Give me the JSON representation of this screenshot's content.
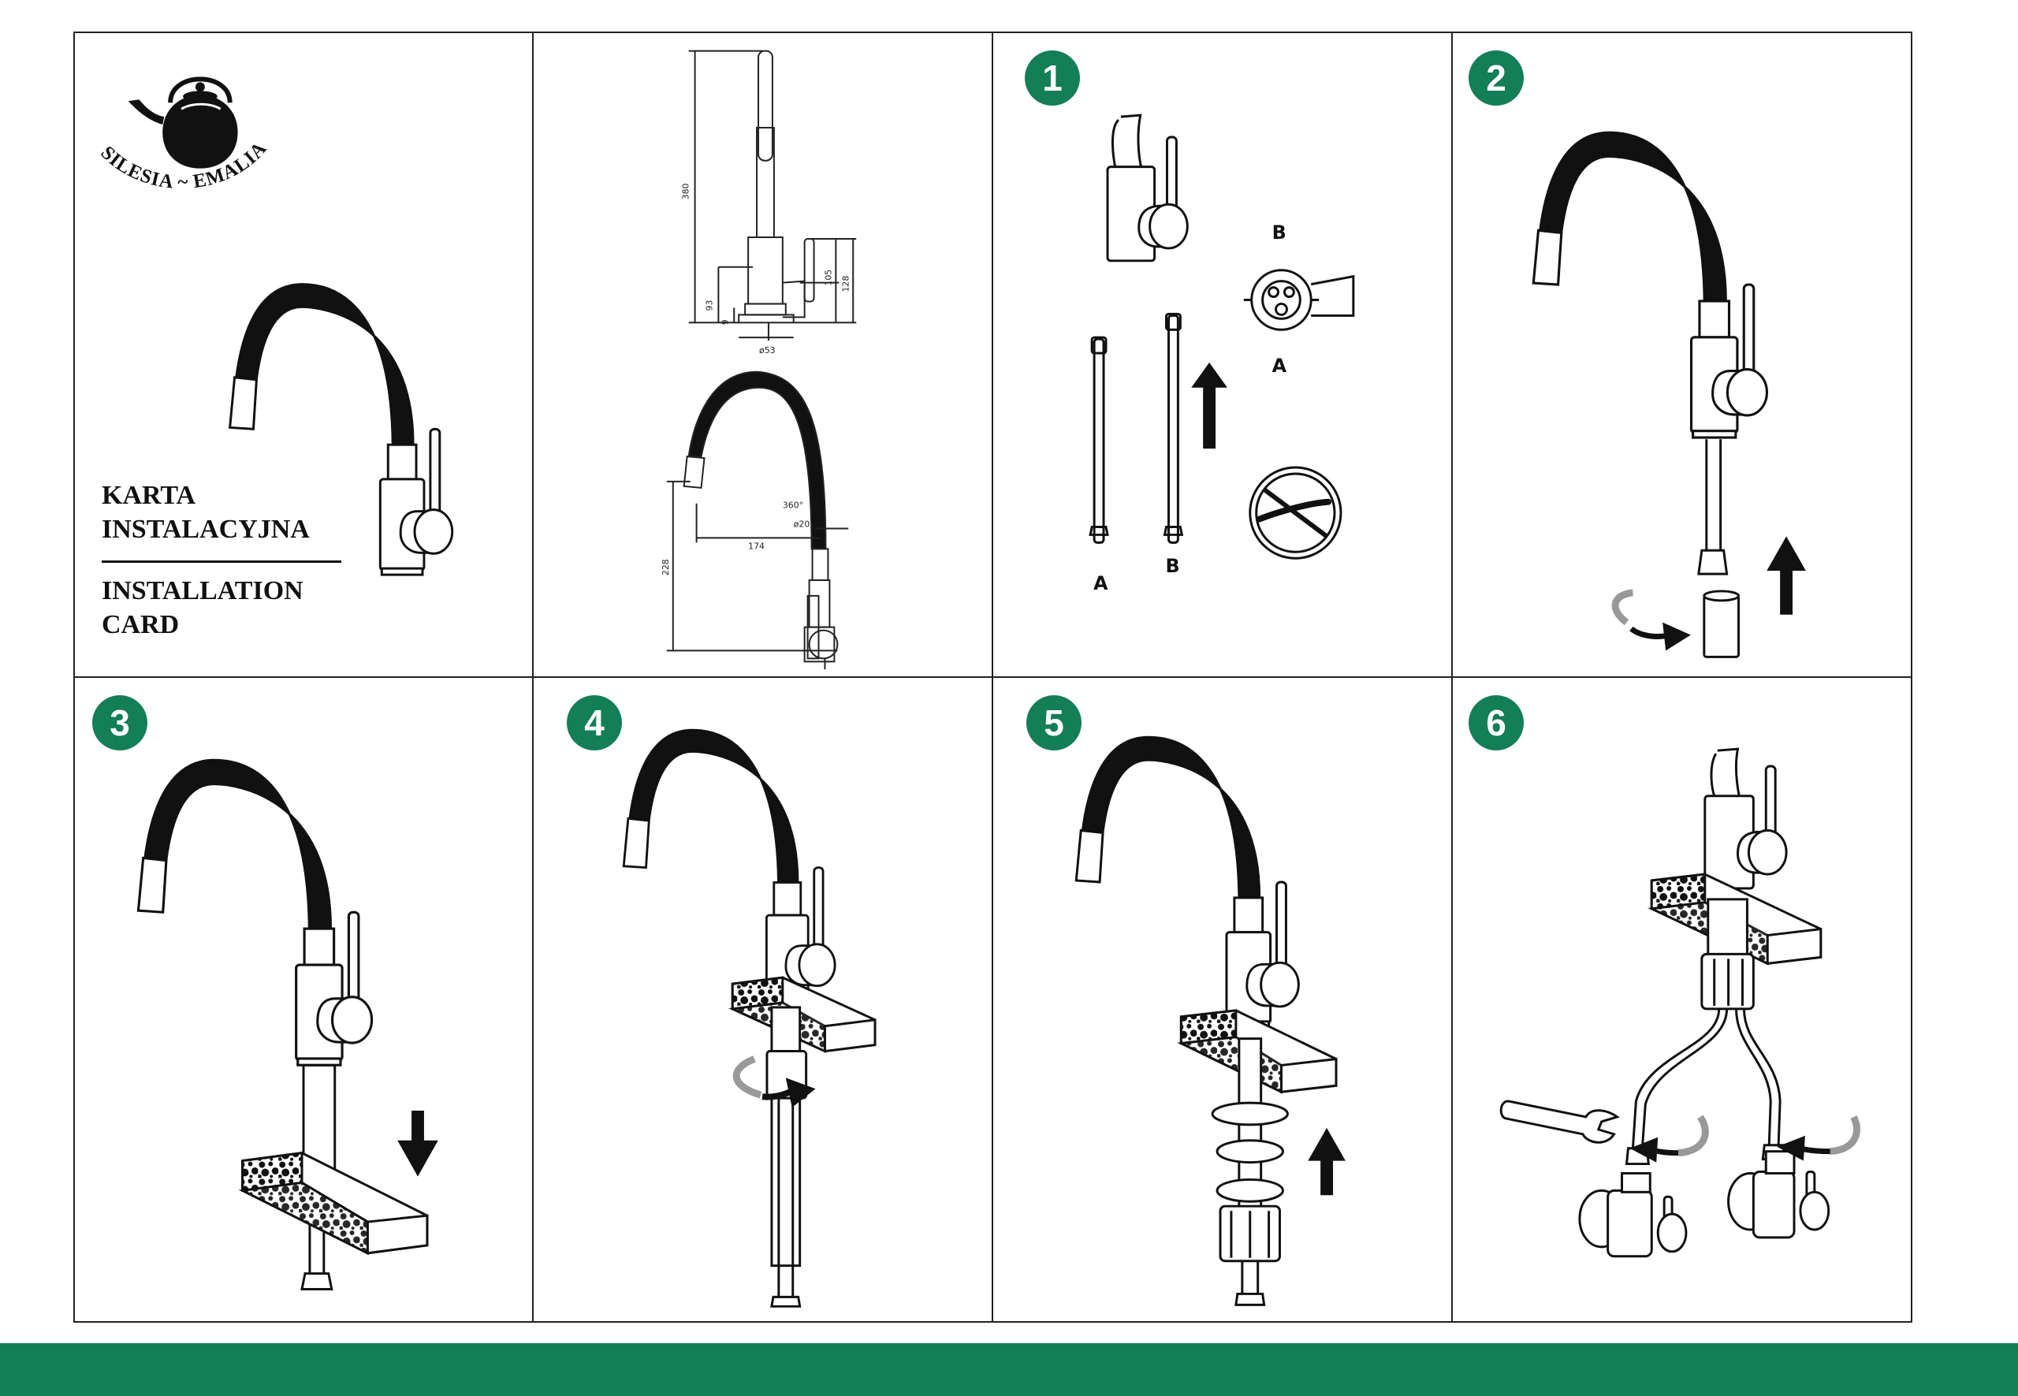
{
  "brand": {
    "name": "SILESIA ~ EMALIA",
    "accent_color": "#137e57",
    "logo_icon": "kettle-logo-icon"
  },
  "title": {
    "line1": "KARTA",
    "line2": "INSTALACYJNA",
    "line3": "INSTALLATION",
    "line4": "CARD"
  },
  "dimensions": {
    "height_380": "380",
    "height_93": "93",
    "height_9": "9",
    "height_105": "105",
    "height_128": "128",
    "diameter_base": "ø53",
    "rotation": "360°",
    "diameter_hose": "ø20",
    "reach_174": "174",
    "height_228": "228"
  },
  "step1_labels": {
    "hose_a": "A",
    "hose_b": "B",
    "port_b": "B",
    "port_a": "A"
  },
  "steps": [
    {
      "number": "1"
    },
    {
      "number": "2"
    },
    {
      "number": "3"
    },
    {
      "number": "4"
    },
    {
      "number": "5"
    },
    {
      "number": "6"
    }
  ]
}
